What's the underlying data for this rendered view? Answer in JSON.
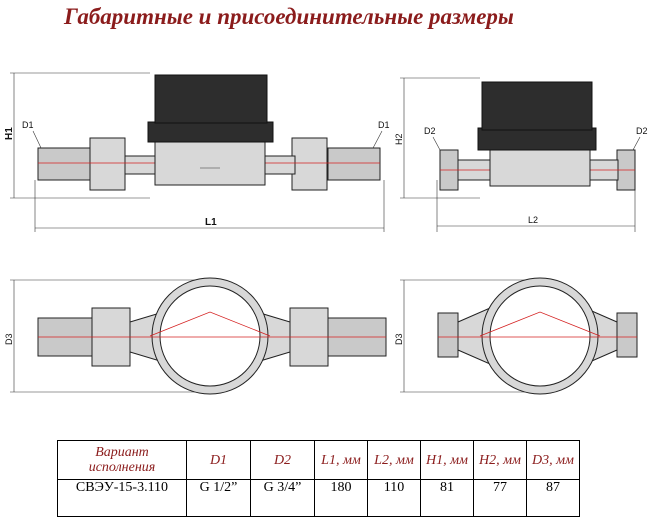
{
  "title": "Габаритные и присоединительные размеры",
  "labels": {
    "d1": "D1",
    "d2": "D2",
    "h1": "H1",
    "h2": "H2",
    "l1": "L1",
    "l2": "L2",
    "d3": "D3"
  },
  "table": {
    "headers": [
      "Вариант исполнения",
      "D1",
      "D2",
      "L1, мм",
      "L2, мм",
      "H1, мм",
      "H2, мм",
      "D3, мм"
    ],
    "rows": [
      [
        "СВЭУ-15-3.110",
        "G 1/2”",
        "G 3/4”",
        "180",
        "110",
        "81",
        "77",
        "87"
      ]
    ]
  }
}
